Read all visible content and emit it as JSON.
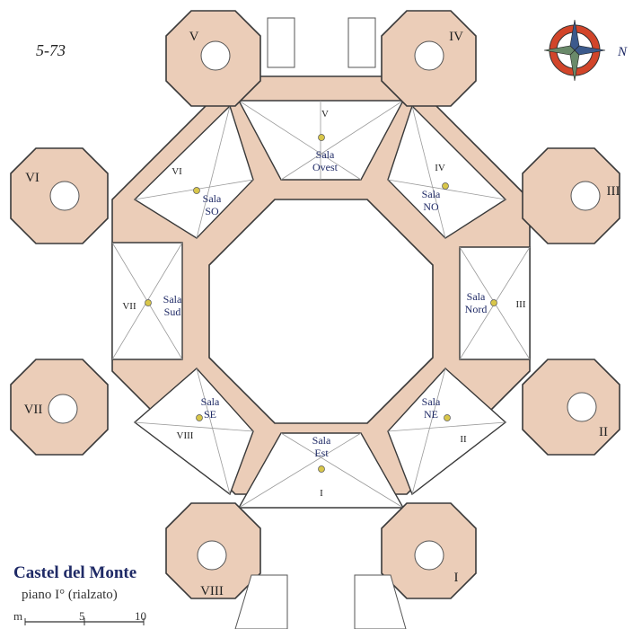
{
  "title": "Castel del Monte",
  "subtitle": "piano I° (rialzato)",
  "scale": {
    "unit": "m",
    "ticks": [
      "5",
      "10"
    ]
  },
  "compass": {
    "north_label": "N"
  },
  "signature": "5-73",
  "rooms": [
    {
      "id": "ovest",
      "numeral": "V",
      "label1": "Sala",
      "label2": "Ovest"
    },
    {
      "id": "no",
      "numeral": "IV",
      "label1": "Sala",
      "label2": "NO"
    },
    {
      "id": "nord",
      "numeral": "III",
      "label1": "Sala",
      "label2": "Nord"
    },
    {
      "id": "ne",
      "numeral": "II",
      "label1": "Sala",
      "label2": "NE"
    },
    {
      "id": "est",
      "numeral": "I",
      "label1": "Sala",
      "label2": "Est"
    },
    {
      "id": "se",
      "numeral": "VIII",
      "label1": "Sala",
      "label2": "SE"
    },
    {
      "id": "sud",
      "numeral": "VII",
      "label1": "Sala",
      "label2": "Sud"
    },
    {
      "id": "so",
      "numeral": "VI",
      "label1": "Sala",
      "label2": "SO"
    }
  ],
  "towers": [
    "V",
    "IV",
    "III",
    "II",
    "I",
    "VIII",
    "VII",
    "VI"
  ],
  "colors": {
    "wall": "#ebcdb8",
    "room": "#ffffff",
    "title": "#1f2a66",
    "compass_ring": "#d2452a"
  }
}
